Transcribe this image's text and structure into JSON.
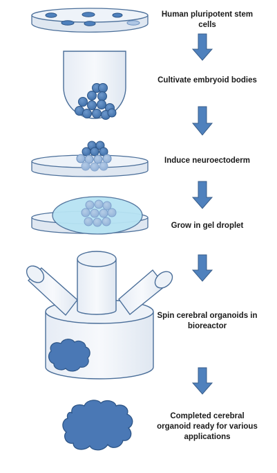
{
  "steps": [
    {
      "id": "stem-cells",
      "label": "Human pluripotent stem cells"
    },
    {
      "id": "embryoid-bodies",
      "label": "Cultivate embryoid bodies"
    },
    {
      "id": "neuroectoderm",
      "label": "Induce neuroectoderm"
    },
    {
      "id": "gel-droplet",
      "label": "Grow in gel droplet"
    },
    {
      "id": "bioreactor",
      "label": "Spin cerebral organoids in bioreactor"
    },
    {
      "id": "completed",
      "label": "Completed cerebral organoid ready for various applications"
    }
  ],
  "colors": {
    "cell_fill": "#4f81bd",
    "cell_stroke": "#2c5486",
    "dish_fill": "#dce6f2",
    "dish_stroke": "#4a6e99",
    "gel_fill": "#b7e3f3",
    "arrow_fill": "#4f81bd",
    "arrow_stroke": "#385d8a",
    "organoid_fill": "#4a78b5"
  }
}
